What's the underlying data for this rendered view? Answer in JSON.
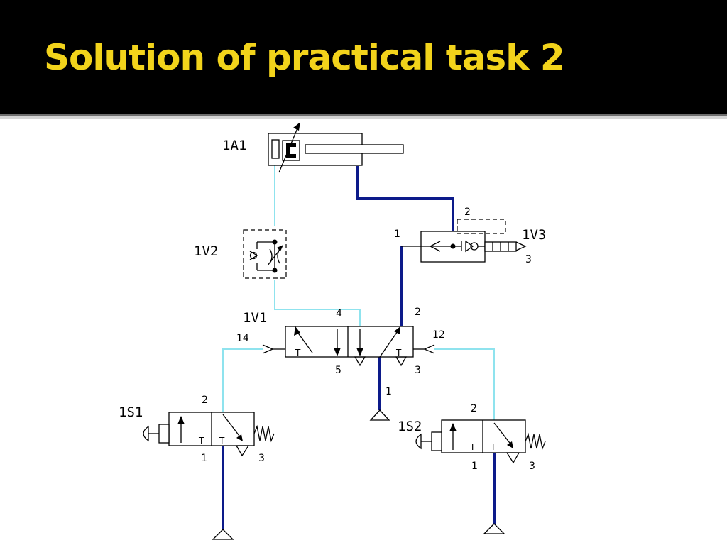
{
  "slide": {
    "title": "Solution of practical task 2"
  },
  "colors": {
    "title_bar": "#000000",
    "title_text": "#f2d31b",
    "pressure_line": "#0c1a8a",
    "signal_line": "#8fe3ee"
  },
  "components": {
    "cylinder": {
      "label": "1A1"
    },
    "flow_control_valve": {
      "label": "1V2"
    },
    "quick_exhaust_valve": {
      "label": "1V3",
      "ports": {
        "p1": "1",
        "p2": "2",
        "p3": "3"
      }
    },
    "main_valve": {
      "label": "1V1",
      "ports": {
        "p4": "4",
        "p2": "2",
        "p14": "14",
        "p12": "12",
        "p5": "5",
        "p3": "3",
        "p1": "1"
      }
    },
    "push_button_valve_1": {
      "label": "1S1",
      "ports": {
        "p2": "2",
        "p1": "1",
        "p3": "3"
      }
    },
    "push_button_valve_2": {
      "label": "1S2",
      "ports": {
        "p2": "2",
        "p1": "1",
        "p3": "3"
      }
    }
  },
  "icons": [
    "cylinder-symbol",
    "throttle-check-valve-symbol",
    "quick-exhaust-valve-symbol",
    "5-2-way-valve-symbol",
    "3-2-way-pushbutton-valve-symbol",
    "air-supply-triangle-icon",
    "exhaust-triangle-icon",
    "spring-return-icon",
    "pilot-signal-triangle-icon"
  ]
}
